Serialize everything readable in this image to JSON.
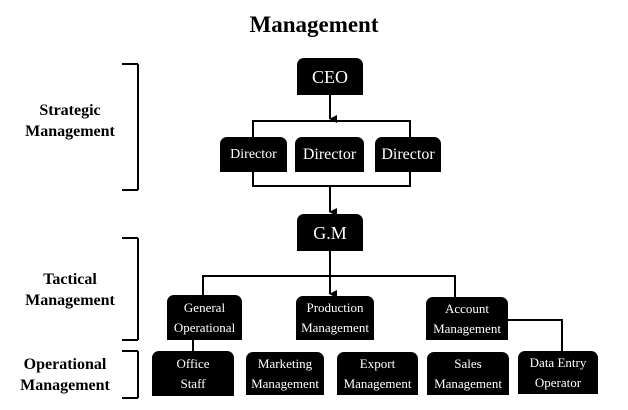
{
  "title": "Management",
  "levels": {
    "strategic": "Strategic Management",
    "tactical": "Tactical Management",
    "operational": "Operational Management"
  },
  "nodes": {
    "ceo": "CEO",
    "director1": "Director",
    "director2": "Director",
    "director3": "Director",
    "gm": "G.M",
    "general": "General Operational",
    "production": "Production Management",
    "account": "Account Management",
    "office": "Office Staff",
    "marketing": "Marketing Management",
    "export": "Export Management",
    "sales": "Sales Management",
    "dataentry": "Data Entry Operator"
  }
}
